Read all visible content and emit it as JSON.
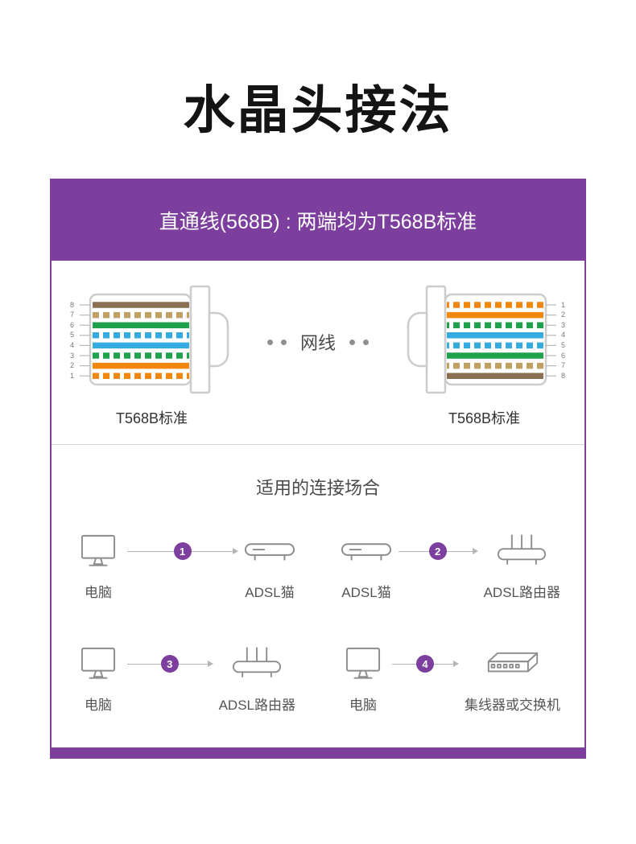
{
  "page": {
    "title": "水晶头接法"
  },
  "panel": {
    "header_title": "直通线(568B) : 两端均为T568B标准",
    "cable_label": "网线",
    "left_connector": {
      "label": "T568B标准",
      "pins": [
        "8",
        "7",
        "6",
        "5",
        "4",
        "3",
        "2",
        "1"
      ],
      "wires": [
        {
          "name": "brown",
          "hex": "#8a6f52",
          "striped": false
        },
        {
          "name": "white-brown",
          "hex": "#bfa263",
          "striped": true
        },
        {
          "name": "green",
          "hex": "#1fa24e",
          "striped": false
        },
        {
          "name": "white-blue",
          "hex": "#36abdf",
          "striped": true
        },
        {
          "name": "blue",
          "hex": "#36abdf",
          "striped": false
        },
        {
          "name": "white-green",
          "hex": "#1fa24e",
          "striped": true
        },
        {
          "name": "orange",
          "hex": "#f2870d",
          "striped": false
        },
        {
          "name": "white-orange",
          "hex": "#f2870d",
          "striped": true
        }
      ]
    },
    "right_connector": {
      "label": "T568B标准",
      "pins": [
        "1",
        "2",
        "3",
        "4",
        "5",
        "6",
        "7",
        "8"
      ],
      "wires": [
        {
          "name": "white-orange",
          "hex": "#f2870d",
          "striped": true
        },
        {
          "name": "orange",
          "hex": "#f2870d",
          "striped": false
        },
        {
          "name": "white-green",
          "hex": "#1fa24e",
          "striped": true
        },
        {
          "name": "blue",
          "hex": "#36abdf",
          "striped": false
        },
        {
          "name": "white-blue",
          "hex": "#36abdf",
          "striped": true
        },
        {
          "name": "green",
          "hex": "#1fa24e",
          "striped": false
        },
        {
          "name": "white-brown",
          "hex": "#bfa263",
          "striped": true
        },
        {
          "name": "brown",
          "hex": "#8a6f52",
          "striped": false
        }
      ]
    },
    "scenarios_title": "适用的连接场合",
    "scenarios": [
      {
        "num": "1",
        "from": "电脑",
        "to": "ADSL猫"
      },
      {
        "num": "2",
        "from": "ADSL猫",
        "to": "ADSL路由器"
      },
      {
        "num": "3",
        "from": "电脑",
        "to": "ADSL路由器"
      },
      {
        "num": "4",
        "from": "电脑",
        "to": "集线器或交换机"
      }
    ]
  },
  "colors": {
    "accent_purple": "#7d3f9e",
    "wire_orange": "#f2870d",
    "wire_green": "#1fa24e",
    "wire_blue": "#36abdf",
    "wire_brown": "#8a6f52",
    "wire_brown_white": "#bfa263"
  }
}
